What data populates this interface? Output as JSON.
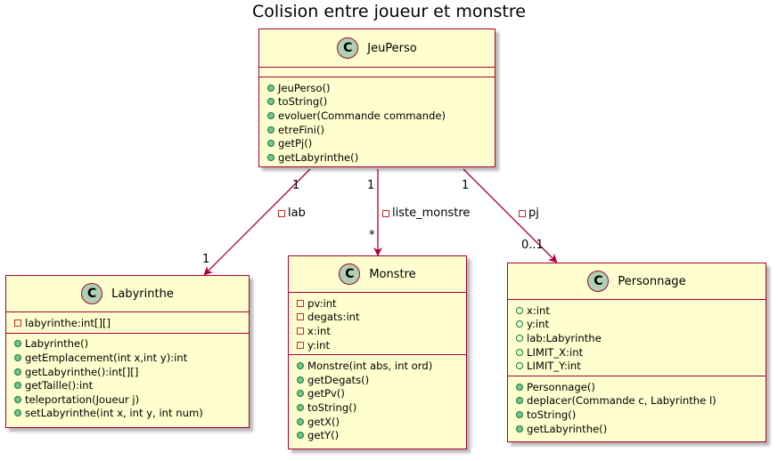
{
  "title": "Colision entre joueur et monstre",
  "colors": {
    "class_fill": "#FEFECE",
    "border": "#A80036",
    "icon_fill": "#ADD1B2",
    "public_green": "#84BE84",
    "private_red": "#C82930"
  },
  "classes": {
    "jeuperso": {
      "icon": "C",
      "name": "JeuPerso",
      "attributes": [],
      "methods": [
        {
          "vis": "public",
          "text": "JeuPerso()"
        },
        {
          "vis": "public",
          "text": "toString()"
        },
        {
          "vis": "public",
          "text": "evoluer(Commande commande)"
        },
        {
          "vis": "public",
          "text": "etreFini()"
        },
        {
          "vis": "public",
          "text": "getPj()"
        },
        {
          "vis": "public",
          "text": "getLabyrinthe()"
        }
      ]
    },
    "labyrinthe": {
      "icon": "C",
      "name": "Labyrinthe",
      "attributes": [
        {
          "vis": "private",
          "text": "labyrinthe:int[][]"
        }
      ],
      "methods": [
        {
          "vis": "public",
          "text": "Labyrinthe()"
        },
        {
          "vis": "public",
          "text": "getEmplacement(int x,int y):int"
        },
        {
          "vis": "public",
          "text": "getLabyrinthe():int[][]"
        },
        {
          "vis": "public",
          "text": "getTaille():int"
        },
        {
          "vis": "public",
          "text": "teleportation(Joueur j)"
        },
        {
          "vis": "public",
          "text": "setLabyrinthe(int x, int y, int num)"
        }
      ]
    },
    "monstre": {
      "icon": "C",
      "name": "Monstre",
      "attributes": [
        {
          "vis": "private",
          "text": "pv:int"
        },
        {
          "vis": "private",
          "text": "degats:int"
        },
        {
          "vis": "private",
          "text": "x:int"
        },
        {
          "vis": "private",
          "text": "y:int"
        }
      ],
      "methods": [
        {
          "vis": "public",
          "text": "Monstre(int abs, int ord)"
        },
        {
          "vis": "public",
          "text": "getDegats()"
        },
        {
          "vis": "public",
          "text": "getPv()"
        },
        {
          "vis": "public",
          "text": "toString()"
        },
        {
          "vis": "public",
          "text": "getX()"
        },
        {
          "vis": "public",
          "text": "getY()"
        }
      ]
    },
    "personnage": {
      "icon": "C",
      "name": "Personnage",
      "attributes": [
        {
          "vis": "public-field",
          "text": "x:int"
        },
        {
          "vis": "public-field",
          "text": "y:int"
        },
        {
          "vis": "public-field",
          "text": "lab:Labyrinthe"
        },
        {
          "vis": "public-field",
          "text": "LIMIT_X:int"
        },
        {
          "vis": "public-field",
          "text": "LIMIT_Y:int"
        }
      ],
      "methods": [
        {
          "vis": "public",
          "text": "Personnage()"
        },
        {
          "vis": "public",
          "text": "deplacer(Commande c, Labyrinthe l)"
        },
        {
          "vis": "public",
          "text": "toString()"
        },
        {
          "vis": "public",
          "text": "getLabyrinthe()"
        }
      ]
    }
  },
  "associations": {
    "lab": {
      "name": "lab",
      "source_mult": "1",
      "target_mult": "1"
    },
    "liste_monstre": {
      "name": "liste_monstre",
      "source_mult": "1",
      "target_mult": "*"
    },
    "pj": {
      "name": "pj",
      "source_mult": "1",
      "target_mult": "0..1"
    }
  }
}
